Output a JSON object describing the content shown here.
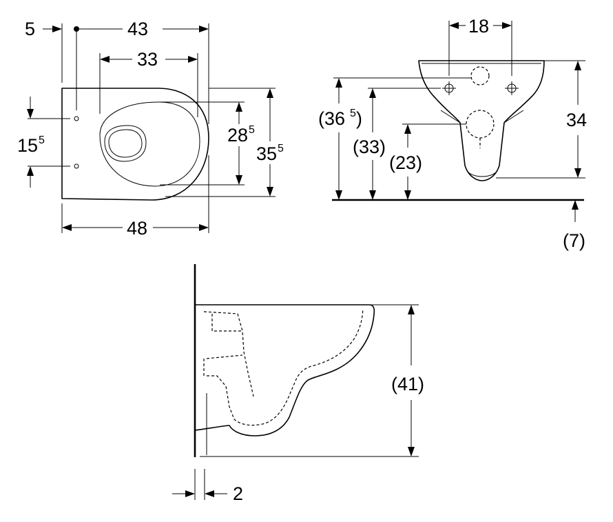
{
  "top_view": {
    "dim_5": "5",
    "dim_43": "43",
    "dim_33": "33",
    "dim_15_main": "15",
    "dim_15_sup": "5",
    "dim_28_main": "28",
    "dim_28_sup": "5",
    "dim_35_main": "35",
    "dim_35_sup": "5",
    "dim_48": "48"
  },
  "front_view": {
    "dim_18": "18",
    "dim_34": "34",
    "dim_36_open": "(36",
    "dim_36_sup": "5",
    "dim_36_close": ")",
    "dim_33": "(33)",
    "dim_23": "(23)",
    "dim_7": "(7)"
  },
  "side_view": {
    "dim_41": "(41)",
    "dim_2": "2"
  }
}
